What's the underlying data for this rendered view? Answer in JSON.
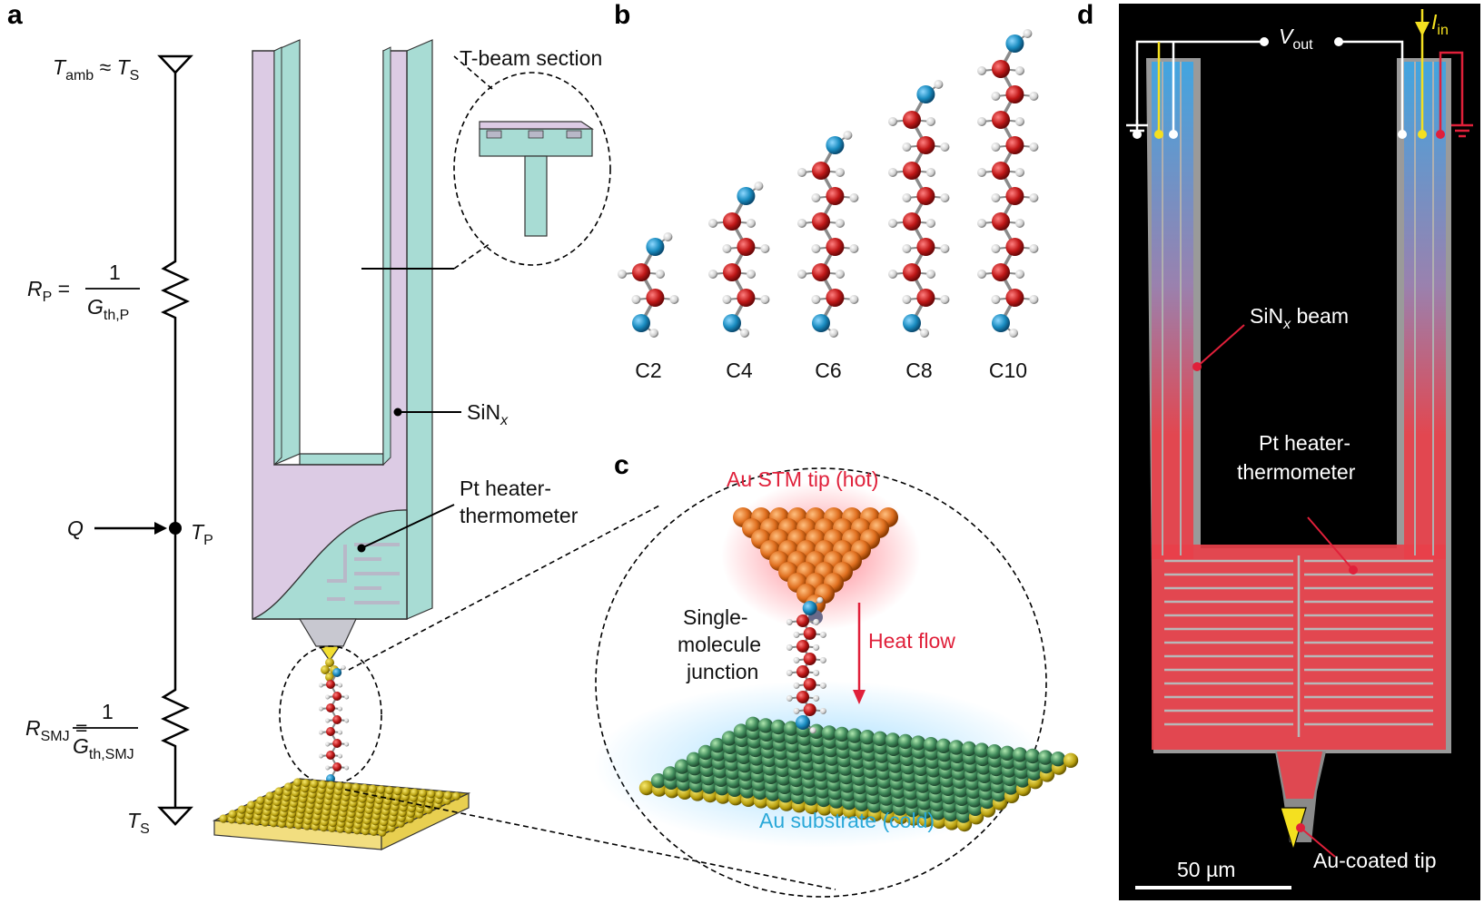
{
  "panels": {
    "a": "a",
    "b": "b",
    "c": "c",
    "d": "d"
  },
  "panel_a": {
    "top_node": {
      "T": "T",
      "amb": "amb",
      "approx": " ≈ ",
      "T2": "T",
      "S": "S"
    },
    "rp": {
      "R": "R",
      "P": "P",
      "eq": " = ",
      "num": "1",
      "den_G": "G",
      "den_sub": "th,P"
    },
    "q": "Q",
    "tp": {
      "T": "T",
      "P": "P"
    },
    "rsmj": {
      "R": "R",
      "SMJ": "SMJ",
      "eq": " = ",
      "num": "1",
      "den_G": "G",
      "den_sub": "th,SMJ"
    },
    "ts": {
      "T": "T",
      "S": "S"
    },
    "t_beam_label": "T-beam section",
    "sinx": {
      "base": "SiN",
      "sub": "x"
    },
    "pt_line1": "Pt heater-",
    "pt_line2": "thermometer"
  },
  "panel_b": {
    "molecules": [
      "C2",
      "C4",
      "C6",
      "C8",
      "C10"
    ],
    "colors": {
      "carbon": "#c01818",
      "oxygen": "#1a8cc0",
      "hydrogen": "#d6d6d6"
    }
  },
  "panel_c": {
    "tip_label": "Au STM tip (hot)",
    "junction_l1": "Single-",
    "junction_l2": "molecule",
    "junction_l3": "junction",
    "heat_flow": "Heat flow",
    "substrate_label": "Au substrate (cold)",
    "colors": {
      "hot": "#e0203a",
      "cold": "#2aa8d8"
    }
  },
  "panel_d": {
    "vout": {
      "V": "V",
      "sub": "out"
    },
    "iin": {
      "I": "I",
      "sub": "in"
    },
    "sinx": {
      "base": "SiN",
      "sub": "x",
      "rest": " beam"
    },
    "pt_line1": "Pt heater-",
    "pt_line2": "thermometer",
    "tip": "Au-coated tip",
    "scale": "50 µm"
  }
}
